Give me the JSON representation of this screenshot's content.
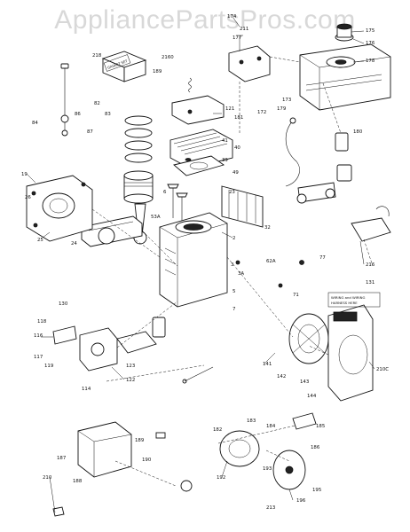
{
  "watermark": "AppliancePartsPros.com",
  "diagram": {
    "parts": [
      {
        "n": "174"
      },
      {
        "n": "175"
      },
      {
        "n": "176"
      },
      {
        "n": "177"
      },
      {
        "n": "178"
      },
      {
        "n": "179"
      },
      {
        "n": "180"
      },
      {
        "n": "181"
      },
      {
        "n": "189"
      },
      {
        "n": "211"
      },
      {
        "n": "218"
      },
      {
        "n": "2160"
      },
      {
        "n": "82"
      },
      {
        "n": "83"
      },
      {
        "n": "121"
      },
      {
        "n": "84"
      },
      {
        "n": "86"
      },
      {
        "n": "87"
      },
      {
        "n": "19"
      },
      {
        "n": "25"
      },
      {
        "n": "24"
      },
      {
        "n": "26"
      },
      {
        "n": "172"
      },
      {
        "n": "173"
      },
      {
        "n": "23"
      },
      {
        "n": "32"
      },
      {
        "n": "39"
      },
      {
        "n": "40"
      },
      {
        "n": "41"
      },
      {
        "n": "49"
      },
      {
        "n": "6"
      },
      {
        "n": "53A"
      },
      {
        "n": "2"
      },
      {
        "n": "3"
      },
      {
        "n": "3A"
      },
      {
        "n": "5"
      },
      {
        "n": "7"
      },
      {
        "n": "62A"
      },
      {
        "n": "77"
      },
      {
        "n": "71"
      },
      {
        "n": "216"
      },
      {
        "n": "131"
      },
      {
        "n": "130"
      },
      {
        "n": "116"
      },
      {
        "n": "117"
      },
      {
        "n": "118"
      },
      {
        "n": "119"
      },
      {
        "n": "114"
      },
      {
        "n": "122"
      },
      {
        "n": "123"
      },
      {
        "n": "210C"
      },
      {
        "n": "141"
      },
      {
        "n": "142"
      },
      {
        "n": "143"
      },
      {
        "n": "144"
      },
      {
        "n": "210"
      },
      {
        "n": "187"
      },
      {
        "n": "188"
      },
      {
        "n": "189"
      },
      {
        "n": "190"
      },
      {
        "n": "182"
      },
      {
        "n": "183"
      },
      {
        "n": "184"
      },
      {
        "n": "185"
      },
      {
        "n": "186"
      },
      {
        "n": "192"
      },
      {
        "n": "193"
      },
      {
        "n": "213"
      },
      {
        "n": "195"
      },
      {
        "n": "196"
      }
    ],
    "box_labels": [
      {
        "line1": "GASKET SET"
      },
      {
        "line1": "WIRING and WIRING",
        "line2": "HARNESS HERE"
      }
    ]
  }
}
